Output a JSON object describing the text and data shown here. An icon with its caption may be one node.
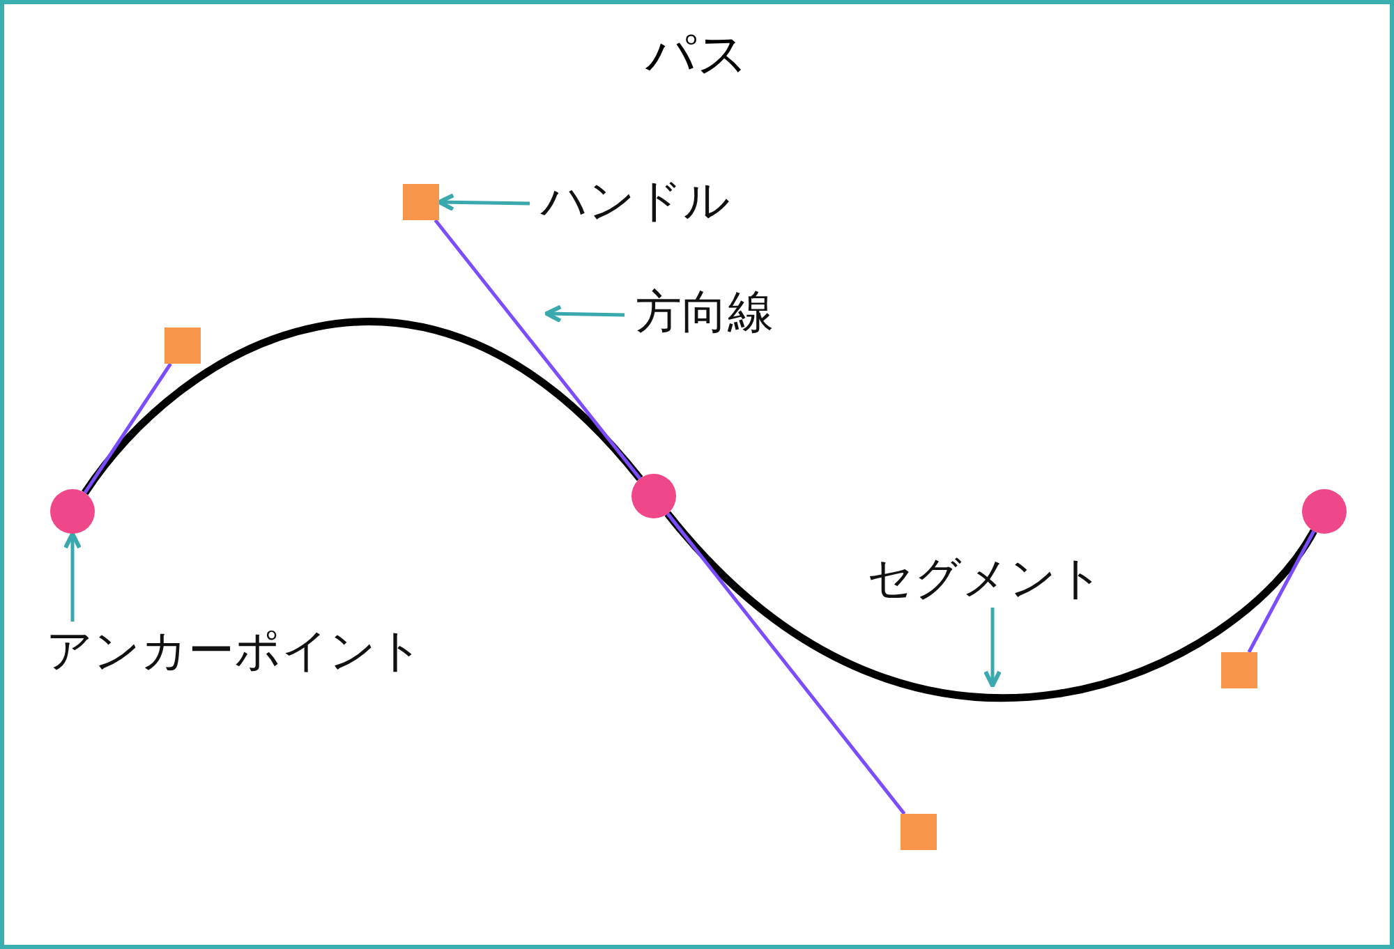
{
  "diagram": {
    "title": "パス",
    "nodes": [
      {
        "text": [
          "ハンドル"
        ]
      },
      {
        "text": [],
        "shape": "box"
      },
      {
        "text": [
          "方向線"
        ]
      },
      {
        "text": [],
        "shape": "box"
      },
      {
        "text": [],
        "shape": "circle"
      },
      {
        "text": [],
        "shape": "circle"
      },
      {
        "text": [],
        "shape": "circle"
      },
      {
        "text": [
          "セグメント"
        ]
      },
      {
        "text": [
          "アンカーポイント"
        ]
      },
      {
        "text": [],
        "shape": "box"
      },
      {
        "text": [],
        "shape": "box"
      }
    ],
    "edges": [
      {
        "from": 0,
        "to": 1,
        "arrow": "to",
        "color": "#3aa9ad"
      },
      {
        "from": 2,
        "to": null,
        "arrow": "to",
        "color": "#3aa9ad"
      },
      {
        "from": 8,
        "to": 4,
        "arrow": "to",
        "color": "#3aa9ad"
      },
      {
        "from": 7,
        "to": null,
        "arrow": "to",
        "color": "#3aa9ad"
      },
      {
        "from": 4,
        "to": 5,
        "arrow": "none",
        "style": "thick",
        "color": "#000000"
      },
      {
        "from": 5,
        "to": 6,
        "arrow": "none",
        "style": "thick",
        "color": "#000000"
      },
      {
        "from": 4,
        "to": 3,
        "arrow": "none",
        "color": "#7c4dff"
      },
      {
        "from": 1,
        "to": 5,
        "arrow": "none",
        "color": "#7c4dff"
      },
      {
        "from": 5,
        "to": 10,
        "arrow": "none",
        "color": "#7c4dff"
      },
      {
        "from": 6,
        "to": 9,
        "arrow": "none",
        "color": "#7c4dff"
      }
    ]
  }
}
